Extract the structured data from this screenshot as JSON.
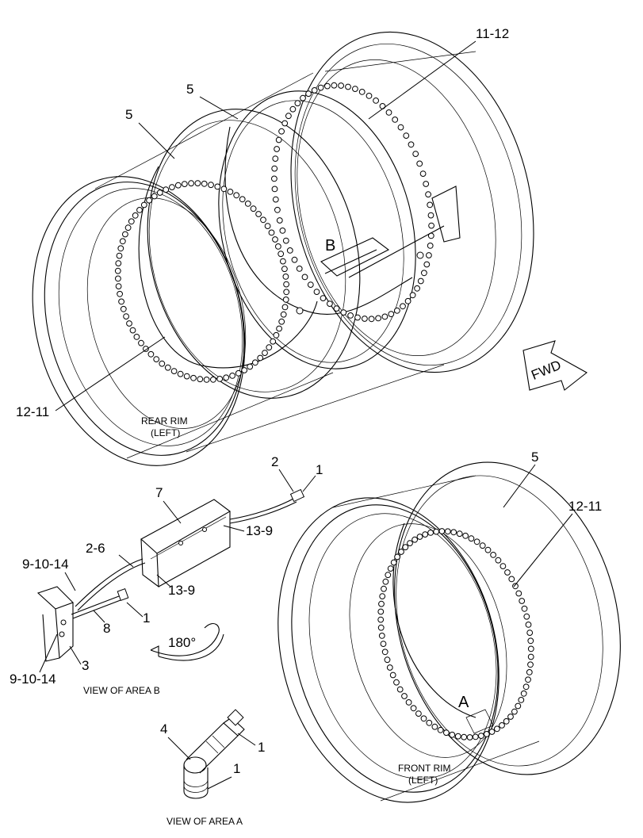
{
  "callouts": {
    "top_11_12": "11-12",
    "top_5a": "5",
    "top_5b": "5",
    "left_12_11": "12-11",
    "b_2": "2",
    "b_1_top": "1",
    "b_7": "7",
    "b_13_9_a": "13-9",
    "b_2_6": "2-6",
    "b_9_10_14_top": "9-10-14",
    "b_13_9_b": "13-9",
    "b_1_mid": "1",
    "b_8": "8",
    "b_3": "3",
    "b_9_10_14_bot": "9-10-14",
    "a_4": "4",
    "a_1_top": "1",
    "a_1_bot": "1",
    "front_5": "5",
    "front_12_11": "12-11",
    "area_b_marker": "B",
    "area_a_marker": "A"
  },
  "captions": {
    "rear_rim_line1": "REAR RIM",
    "rear_rim_line2": "(LEFT)",
    "front_rim_line1": "FRONT RIM",
    "front_rim_line2": "(LEFT)",
    "view_area_b": "VIEW OF AREA B",
    "view_area_a": "VIEW OF AREA  A",
    "rotation": "180°",
    "direction": "FWD"
  }
}
